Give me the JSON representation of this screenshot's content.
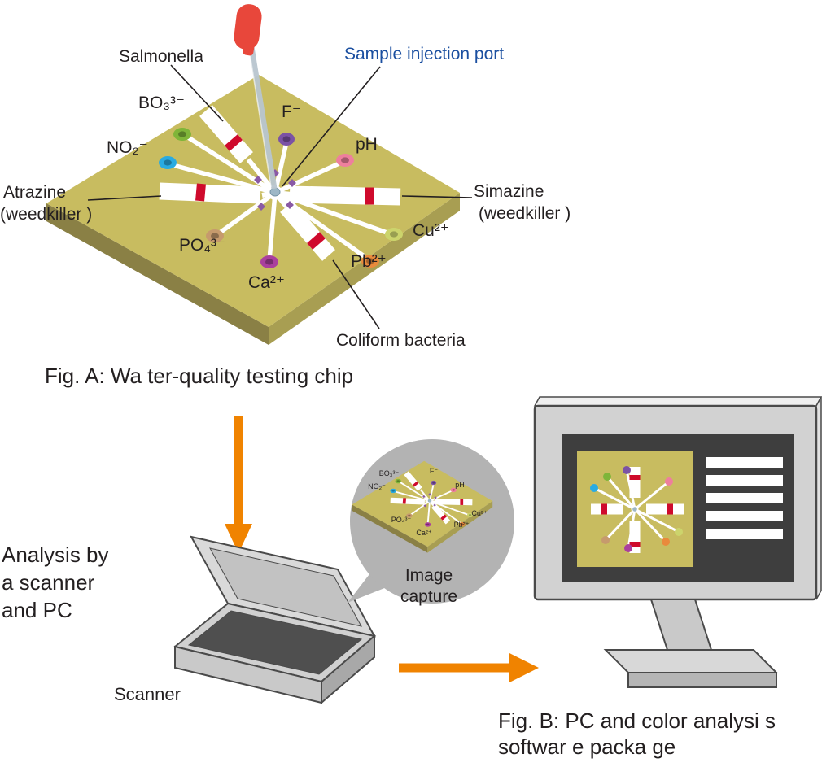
{
  "colors": {
    "chip_top": "#c8bc60",
    "chip_side_dark": "#8a8045",
    "chip_side_light": "#a89e52",
    "strip_white": "#ffffff",
    "red_band": "#cf0a2c",
    "valve_purple": "#8a5aa5",
    "port_blue_gray": "#9db7c6",
    "dropper_red": "#e8473b",
    "dropper_stem": "#b9c6cf",
    "label_blue": "#1b4fa0",
    "text_black": "#231f20",
    "arrow_orange": "#f08300",
    "bubble_gray": "#b3b3b3",
    "scanner_light": "#d9d9d9",
    "scanner_dark": "#4f4f4f",
    "monitor_frame": "#d2d2d2",
    "monitor_screen": "#3e3e3e",
    "dots": {
      "bo3": "#7fb539",
      "f": "#7b52a5",
      "no2": "#29abe2",
      "ph": "#ee7f9d",
      "po4": "#c69a6d",
      "cu": "#ccd46c",
      "ca": "#aa3f9e",
      "pb": "#e98a3c"
    }
  },
  "fig_a": {
    "caption": "Fig. A:  Wa ter-quality testing chip",
    "labels": {
      "salmonella": "Salmonella",
      "injection_port": "Sample injection port",
      "bo3": "BO₃³⁻",
      "f": "F⁻",
      "no2": "NO₂⁻",
      "ph": "pH",
      "atrazine": "Atrazine",
      "atrazine_sub": "(weedkiller )",
      "simazine": "Simazine",
      "simazine_sub": "(weedkiller )",
      "po4": "PO₄³⁻",
      "cu": "Cu²⁺",
      "ca": "Ca²⁺",
      "pb": "Pb²⁺",
      "coliform": "Coliform bacteria"
    }
  },
  "flow": {
    "analysis_line1": "Analysis by",
    "analysis_line2": "a scanner",
    "analysis_line3": "and PC",
    "scanner_label": "Scanner",
    "bubble_line1": "Image",
    "bubble_line2": "capture"
  },
  "fig_b": {
    "caption_line1": "Fig. B: PC and color analysi s",
    "caption_line2": "softwar e packa ge"
  }
}
